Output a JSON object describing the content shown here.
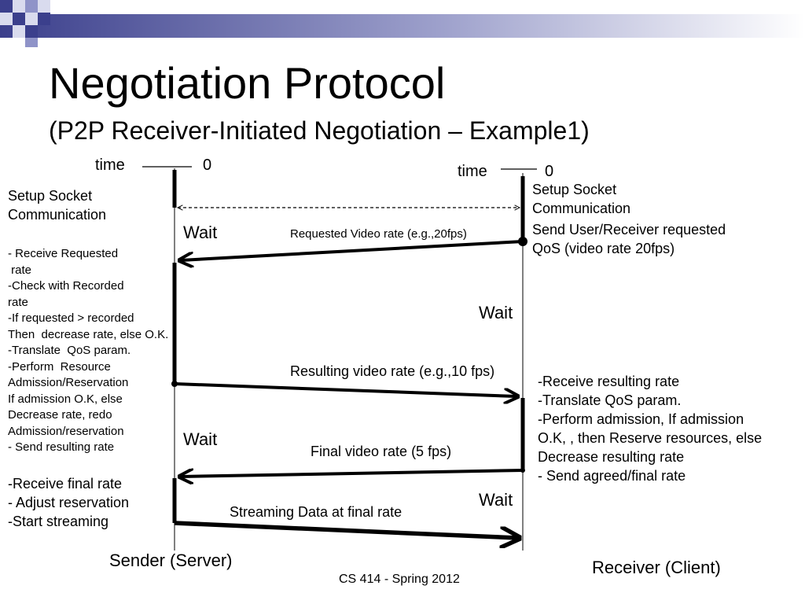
{
  "slide": {
    "title": "Negotiation Protocol",
    "subtitle": "(P2P Receiver-Initiated Negotiation – Example1)",
    "footer": "CS 414 - Spring 2012"
  },
  "sender": {
    "name": "Sender (Server)",
    "time_label": "time",
    "time_zero": "0",
    "setup": "Setup Socket\nCommunication",
    "wait_1": "Wait",
    "wait_2": "Wait",
    "steps_1": "- Receive Requested\n rate\n-Check with Recorded\nrate\n-If requested > recorded\nThen  decrease rate, else O.K.\n-Translate  QoS param.\n-Perform  Resource\nAdmission/Reservation\nIf admission O.K, else\nDecrease rate, redo\nAdmission/reservation\n- Send resulting rate",
    "steps_2": "-Receive final rate\n- Adjust reservation\n-Start streaming"
  },
  "receiver": {
    "name": "Receiver (Client)",
    "time_label": "time",
    "time_zero": "0",
    "setup": "Setup Socket\nCommunication",
    "request": "Send User/Receiver requested\nQoS (video rate 20fps)",
    "wait_1": "Wait",
    "wait_2": "Wait",
    "steps": "-Receive resulting rate\n-Translate QoS param.\n-Perform admission, If admission\nO.K, , then Reserve resources, else\nDecrease resulting rate\n- Send agreed/final rate"
  },
  "messages": {
    "requested": "Requested Video rate  (e.g.,20fps)",
    "resulting": "Resulting video rate (e.g.,10 fps)",
    "final": "Final  video rate (5 fps)",
    "streaming": "Streaming Data at final rate"
  },
  "colors": {
    "header_dark": "#3b3f8c",
    "header_light": "#d9dbee",
    "ink": "#000000"
  }
}
